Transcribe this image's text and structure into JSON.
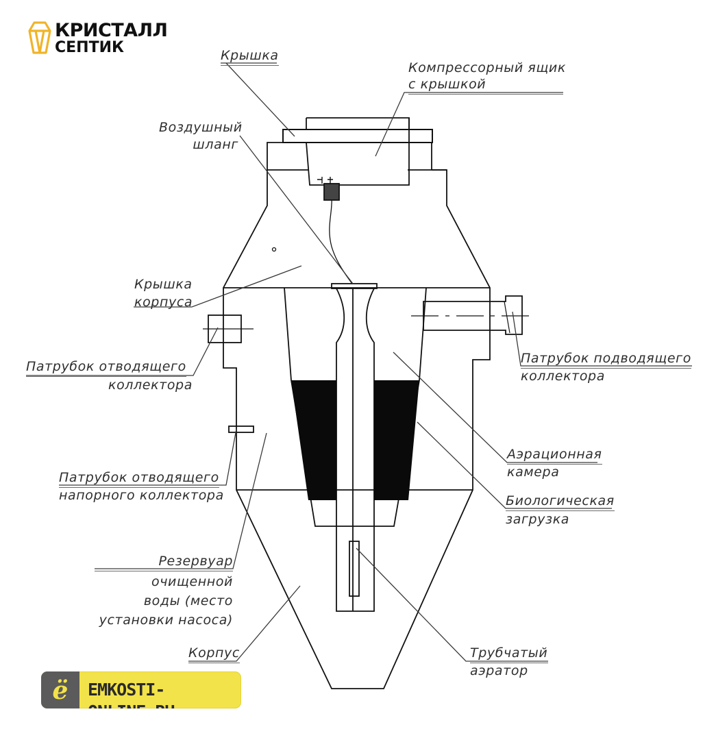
{
  "brand": {
    "line1": "КРИСТАЛЛ",
    "line2": "СЕПТИК",
    "logo_icon": "crystal-logo-icon",
    "accent_color": "#f0b429"
  },
  "site_badge": {
    "text": "EMKOSTI-ONLINE.RU",
    "icon": "e-letter-icon",
    "icon_glyph": "ё",
    "badge_color": "#f3e34a",
    "icon_bg_color": "#5b5b5b"
  },
  "labels": {
    "cover": "Крышка",
    "compressor_box_1": "Компрессорный ящик",
    "compressor_box_2": "с крышкой",
    "air_hose_1": "Воздушный",
    "air_hose_2": "шланг",
    "body_cover_1": "Крышка",
    "body_cover_2": "корпуса",
    "outlet_pipe_1": "Патрубок отводящего",
    "outlet_pipe_2": "коллектора",
    "inlet_pipe_1": "Патрубок подводящего",
    "inlet_pipe_2": "коллектора",
    "aeration_1": "Аэрационная",
    "aeration_2": "камера",
    "bio_load_1": "Биологическая",
    "bio_load_2": "загрузка",
    "pressure_outlet_1": "Патрубок отводящего",
    "pressure_outlet_2": "напорного коллектора",
    "reservoir_1": "Резервуар",
    "reservoir_2": "очищенной",
    "reservoir_3": "воды (место",
    "reservoir_4": "установки насоса)",
    "body": "Корпус",
    "aerator_1": "Трубчатый",
    "aerator_2": "аэратор"
  }
}
